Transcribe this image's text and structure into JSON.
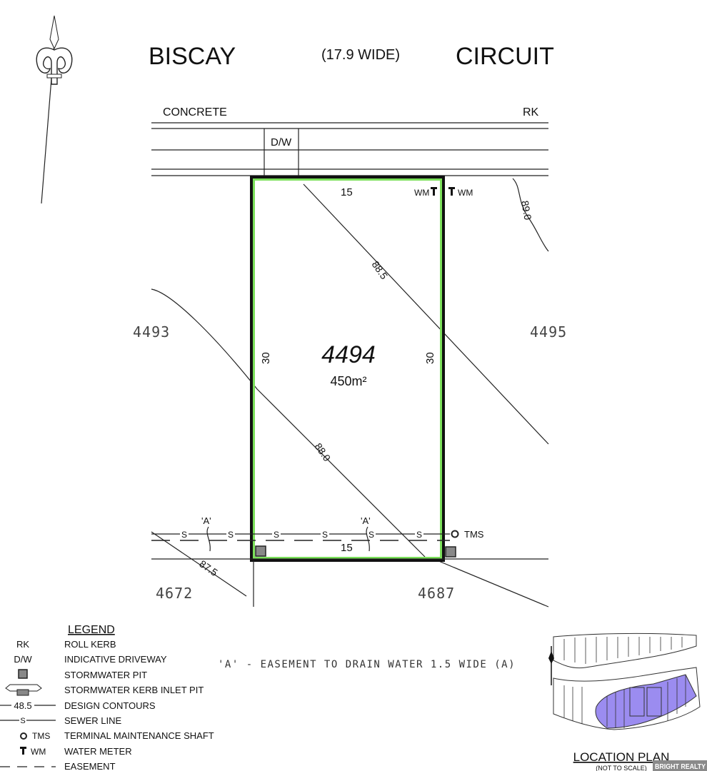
{
  "header": {
    "street_left": "BISCAY",
    "road_width": "(17.9 WIDE)",
    "street_right": "CIRCUIT"
  },
  "road": {
    "surface": "CONCRETE",
    "kerb": "RK",
    "driveway": "D/W"
  },
  "lot": {
    "number": "4494",
    "area": "450m²",
    "frontage": "15",
    "rear": "15",
    "left_depth": "30",
    "right_depth": "30",
    "boundary_color": "#111111",
    "highlight_color": "#7be05a"
  },
  "neighbours": {
    "left": "4493",
    "right": "4495",
    "rear_left": "4672",
    "rear_right": "4687"
  },
  "contours": [
    "89.0",
    "88.5",
    "88.0",
    "87.5"
  ],
  "services": {
    "water_meter_label": "WM",
    "water_meter_label_2": "WM",
    "tms_label": "TMS",
    "sewer_mark": "S",
    "easement_mark": "'A'"
  },
  "easement_note": "'A' - EASEMENT TO DRAIN WATER 1.5 WIDE (A)",
  "legend": {
    "title": "LEGEND",
    "items": [
      {
        "symbol": "RK",
        "label": "ROLL KERB"
      },
      {
        "symbol": "D/W",
        "label": "INDICATIVE DRIVEWAY"
      },
      {
        "symbol": "",
        "label": "STORMWATER PIT"
      },
      {
        "symbol": "",
        "label": "STORMWATER KERB INLET PIT"
      },
      {
        "symbol": "48.5",
        "label": "DESIGN CONTOURS"
      },
      {
        "symbol": "S",
        "label": "SEWER LINE"
      },
      {
        "symbol": "TMS",
        "label": "TERMINAL MAINTENANCE SHAFT"
      },
      {
        "symbol": "WM",
        "label": "WATER METER"
      },
      {
        "symbol": "",
        "label": "EASEMENT"
      }
    ]
  },
  "location_plan": {
    "title": "LOCATION PLAN",
    "subtitle": "(NOT TO SCALE)",
    "highlight_color": "#9b8cf0"
  },
  "watermark": "BRIGHT REALTY"
}
